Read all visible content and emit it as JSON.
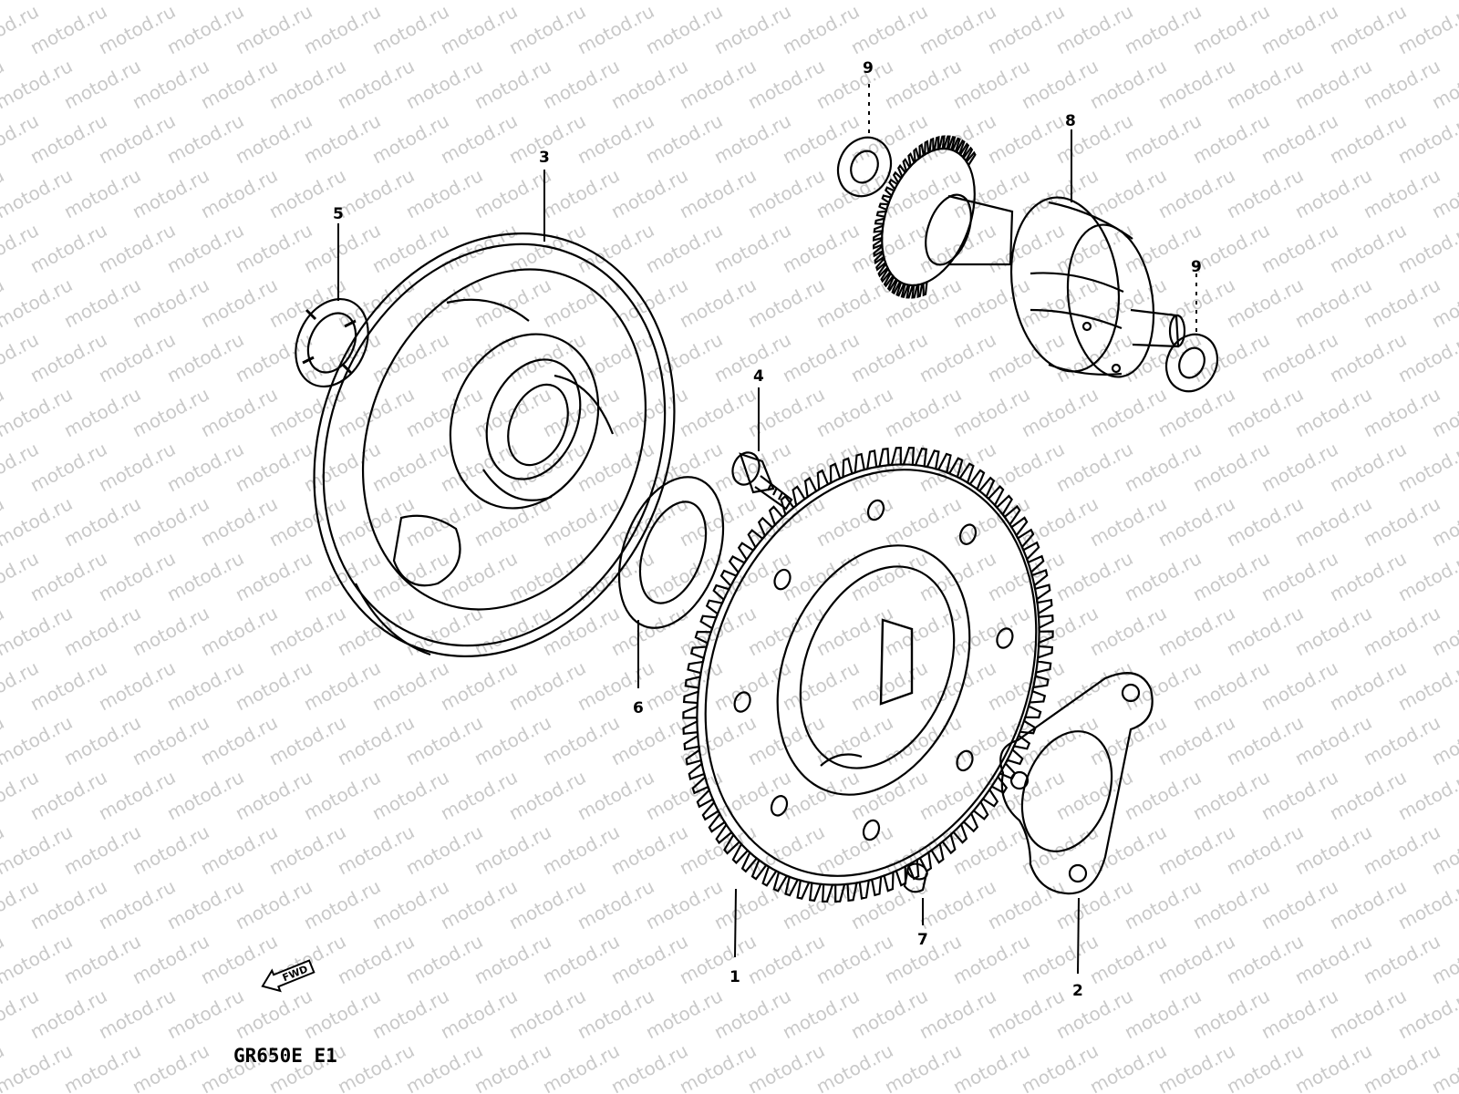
{
  "diagram": {
    "model_label": "GR650E E1",
    "forward_label": "FWD",
    "watermark": "motod.ru",
    "callouts": {
      "p1": "1",
      "p2": "2",
      "p3": "3",
      "p4": "4",
      "p5": "5",
      "p6": "6",
      "p7": "7",
      "p8": "8",
      "p9a": "9",
      "p9b": "9"
    }
  }
}
